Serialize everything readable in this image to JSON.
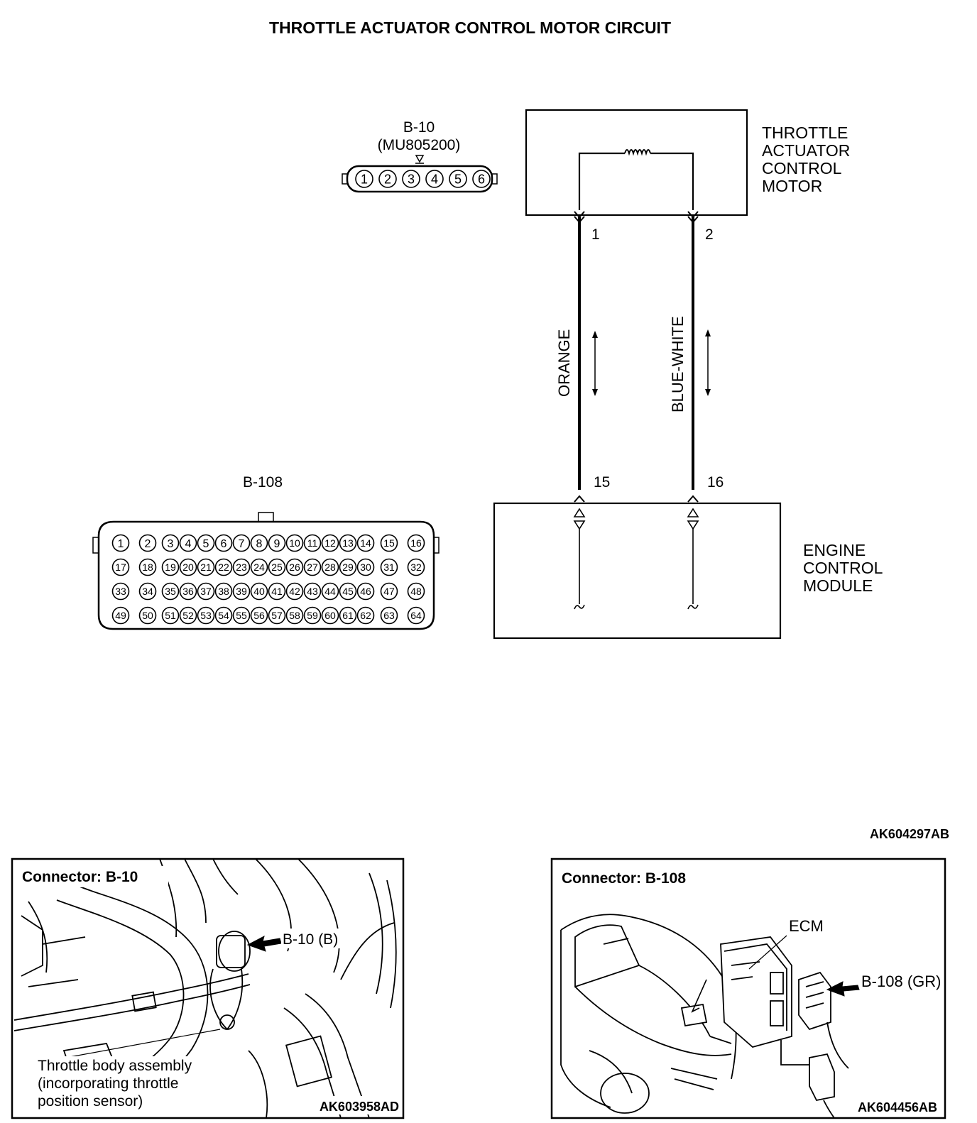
{
  "title": "THROTTLE ACTUATOR CONTROL MOTOR CIRCUIT",
  "b10": {
    "label": "B-10",
    "part": "(MU805200)",
    "pins": [
      "1",
      "2",
      "3",
      "4",
      "5",
      "6"
    ]
  },
  "b108": {
    "label": "B-108",
    "rows": [
      [
        "1",
        "2",
        "3",
        "4",
        "5",
        "6",
        "7",
        "8",
        "9",
        "10",
        "11",
        "12",
        "13",
        "14",
        "15",
        "16"
      ],
      [
        "17",
        "18",
        "19",
        "20",
        "21",
        "22",
        "23",
        "24",
        "25",
        "26",
        "27",
        "28",
        "29",
        "30",
        "31",
        "32"
      ],
      [
        "33",
        "34",
        "35",
        "36",
        "37",
        "38",
        "39",
        "40",
        "41",
        "42",
        "43",
        "44",
        "45",
        "46",
        "47",
        "48"
      ],
      [
        "49",
        "50",
        "51",
        "52",
        "53",
        "54",
        "55",
        "56",
        "57",
        "58",
        "59",
        "60",
        "61",
        "62",
        "63",
        "64"
      ]
    ]
  },
  "motor": {
    "lines": [
      "THROTTLE",
      "ACTUATOR",
      "CONTROL",
      "MOTOR"
    ],
    "pin_left": "1",
    "pin_right": "2"
  },
  "ecm": {
    "lines": [
      "ENGINE",
      "CONTROL",
      "MODULE"
    ],
    "pin_left": "15",
    "pin_right": "16"
  },
  "wires": {
    "left": "ORANGE",
    "right": "BLUE-WHITE"
  },
  "diagram_code": "AK604297AB",
  "panel_left": {
    "heading": "Connector: B-10",
    "callout": "B-10 (B)",
    "caption": [
      "Throttle body assembly",
      "(incorporating throttle",
      "position sensor)"
    ],
    "code": "AK603958AD"
  },
  "panel_right": {
    "heading": "Connector: B-108",
    "ecm_label": "ECM",
    "callout": "B-108 (GR)",
    "code": "AK604456AB"
  }
}
